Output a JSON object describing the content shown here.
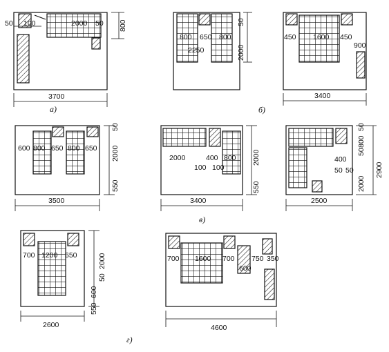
{
  "figure": {
    "panels": [
      {
        "id": "a1",
        "caption": "а)",
        "labels": {
          "d50a": "50",
          "d100": "100",
          "d2000": "2000",
          "d50b": "50",
          "d800": "800",
          "d3700": "3700"
        }
      },
      {
        "id": "b1",
        "caption": "б)",
        "labels": {
          "d800": "800",
          "d650": "650",
          "d800b": "800",
          "d50": "50",
          "d2250": "2250",
          "d2000": "2000"
        }
      },
      {
        "id": "b2",
        "labels": {
          "d450a": "450",
          "d1600": "1600",
          "d450b": "450",
          "d900": "900",
          "d3400": "3400"
        }
      },
      {
        "id": "c1",
        "labels": {
          "d600": "600",
          "d800a": "800",
          "d650a": "650",
          "d800b": "800",
          "d650b": "650",
          "d50": "50",
          "d2000": "2000",
          "d550": "550",
          "d3500": "3500"
        }
      },
      {
        "id": "c2",
        "caption": "в)",
        "labels": {
          "d2000a": "2000",
          "d400": "400",
          "d800": "800",
          "d100a": "100",
          "d100b": "100",
          "d2000b": "2000",
          "d550": "550",
          "d3400": "3400"
        }
      },
      {
        "id": "c3",
        "labels": {
          "d50a": "50",
          "d800": "800",
          "d50b": "50",
          "d2900": "2900",
          "d400": "400",
          "d50c": "50",
          "d50d": "50",
          "d2000": "2000",
          "d2500": "2500"
        }
      },
      {
        "id": "d1",
        "labels": {
          "d700": "700",
          "d1200": "1200",
          "d650": "650",
          "d2000": "2000",
          "d50": "50",
          "d600": "600",
          "d550": "550",
          "d2600": "2600"
        }
      },
      {
        "id": "d2",
        "caption": "г)",
        "labels": {
          "d700a": "700",
          "d1600": "1600",
          "d700b": "700",
          "d750": "750",
          "d350": "350",
          "d600": "600",
          "d4600": "4600"
        }
      }
    ]
  }
}
